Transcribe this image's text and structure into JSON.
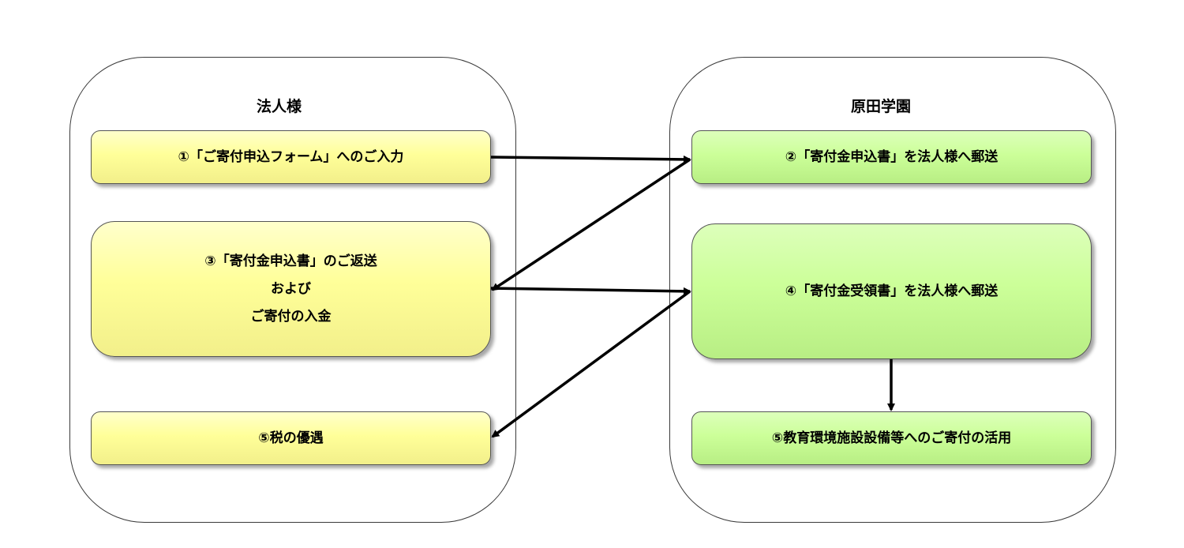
{
  "left_panel": {
    "title": "法人様"
  },
  "right_panel": {
    "title": "原田学園"
  },
  "steps": {
    "step1": {
      "text": "①「ご寄付申込フォーム」へのご入力"
    },
    "step2": {
      "text": "②「寄付金申込書」を法人様へ郵送"
    },
    "step3": {
      "lines": [
        "③「寄付金申込書」のご返送",
        "および",
        "ご寄付の入金"
      ]
    },
    "step4": {
      "text": "④「寄付金受領書」を法人様へ郵送"
    },
    "step5_left": {
      "text": "⑤税の優遇"
    },
    "step5_right": {
      "text": "⑤教育環境施設設備等へのご寄付の活用"
    }
  },
  "colors": {
    "left_box_fill": "#ffff99",
    "right_box_fill": "#ccff99",
    "outline": "#3a3a3a",
    "arrow": "#000000"
  }
}
